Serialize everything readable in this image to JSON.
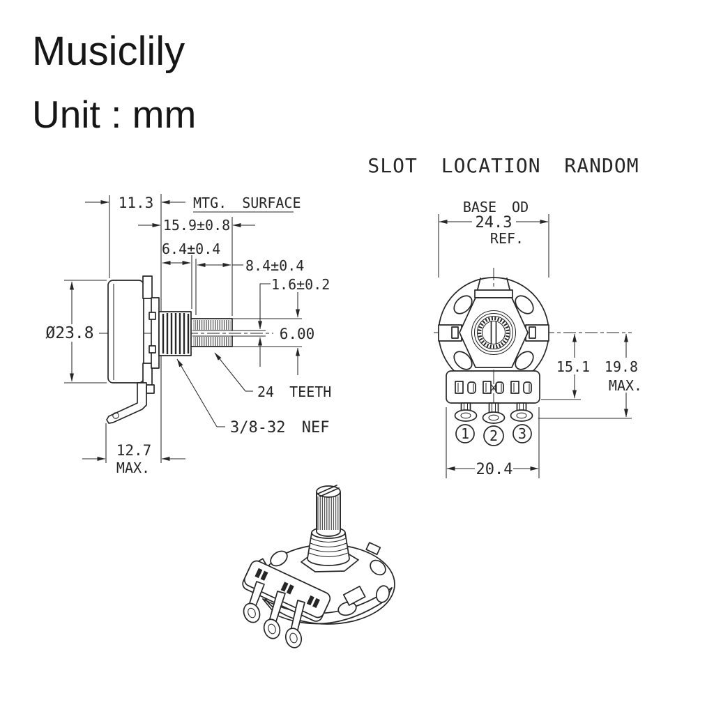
{
  "colors": {
    "ink": "#262626",
    "background": "#ffffff"
  },
  "header": {
    "brand": "Musiclily",
    "unit": "Unit : mm"
  },
  "side_view": {
    "dims": {
      "body_depth": "11.3",
      "mtg_surface": "MTG. SURFACE",
      "bushing_shaft_length": "15.9±0.8",
      "bushing_length": "6.4±0.4",
      "shaft_length": "8.4±0.4",
      "slot_width": "1.6±0.2",
      "shaft_diameter": "6.00",
      "body_diameter": "Ø23.8",
      "knurl_teeth": "24 TEETH",
      "thread_spec": "3/8-32 NEF",
      "lug_depth": "12.7",
      "lug_depth_max": "MAX."
    }
  },
  "front_view": {
    "title": "SLOT LOCATION RANDOM",
    "dims": {
      "base_od_label": "BASE OD",
      "base_od_value": "24.3",
      "base_od_ref": "REF.",
      "center_to_lug": "15.1",
      "overall_height": "19.8",
      "overall_height_max": "MAX.",
      "terminal_span": "20.4"
    },
    "terminals": [
      "1",
      "2",
      "3"
    ]
  }
}
